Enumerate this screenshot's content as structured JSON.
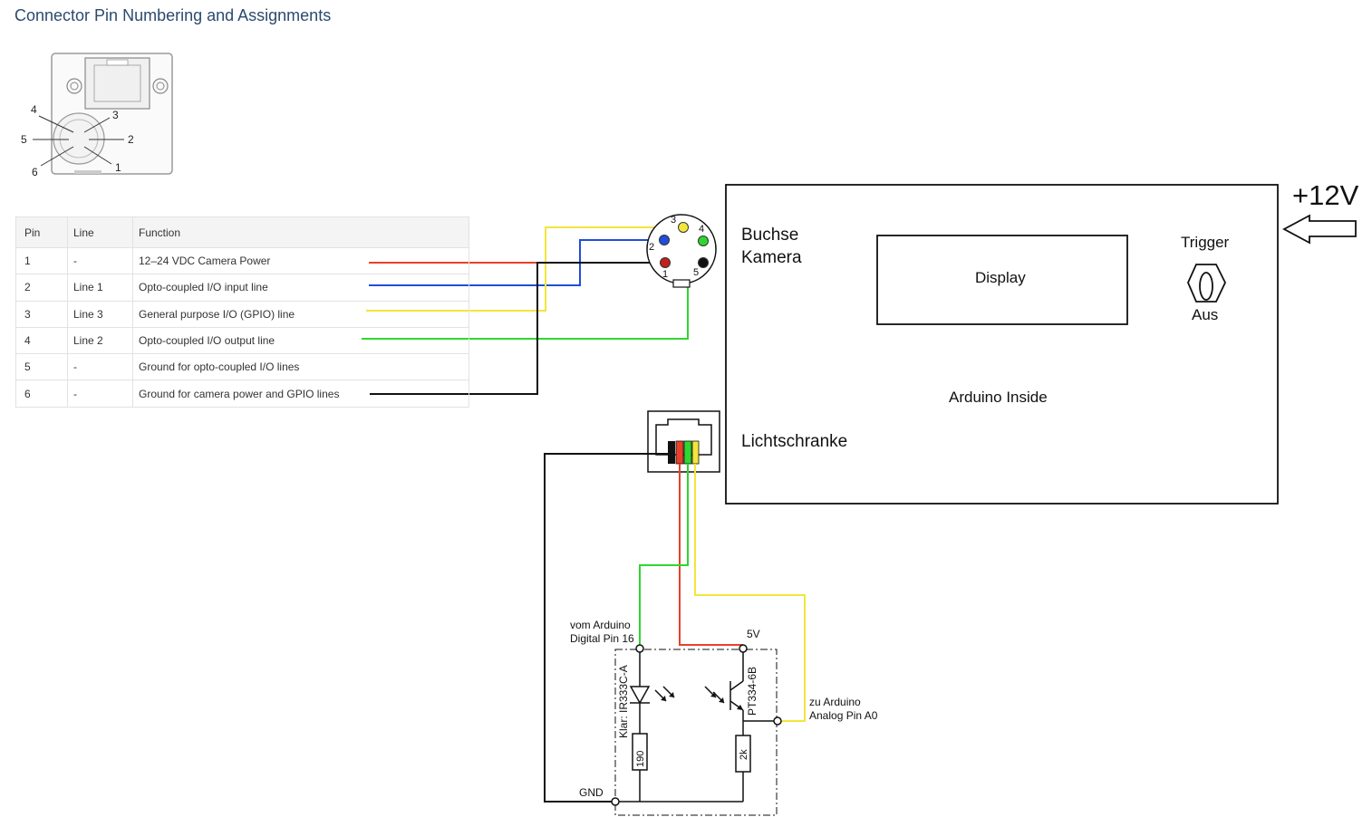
{
  "title": "Connector Pin Numbering and Assignments",
  "connector_pins": [
    "4",
    "3",
    "5",
    "2",
    "6",
    "1"
  ],
  "table": {
    "headers": [
      "Pin",
      "Line",
      "Function"
    ],
    "rows": [
      {
        "pin": "1",
        "line": "-",
        "function": "12–24 VDC Camera Power"
      },
      {
        "pin": "2",
        "line": "Line 1",
        "function": "Opto-coupled I/O input line"
      },
      {
        "pin": "3",
        "line": "Line 3",
        "function": "General purpose I/O (GPIO) line"
      },
      {
        "pin": "4",
        "line": "Line 2",
        "function": "Opto-coupled I/O output line"
      },
      {
        "pin": "5",
        "line": "-",
        "function": "Ground for opto-coupled I/O lines"
      },
      {
        "pin": "6",
        "line": "-",
        "function": "Ground for camera power and GPIO lines"
      }
    ]
  },
  "socket_pins": [
    "3",
    "4",
    "2",
    "1",
    "5"
  ],
  "box": {
    "buchse": "Buchse",
    "kamera": "Kamera",
    "display": "Display",
    "trigger": "Trigger",
    "aus": "Aus",
    "arduino": "Arduino Inside",
    "lichtschranke": "Lichtschranke"
  },
  "power": "+12V",
  "circuit": {
    "vom_arduino": "vom Arduino",
    "digital_pin": "Digital Pin 16",
    "v5": "5V",
    "led": "Klar: IR333C-A",
    "transistor": "PT334-6B",
    "zu_arduino": "zu Arduino",
    "analog_pin": "Analog Pin A0",
    "r1": "190",
    "r2": "2k",
    "gnd": "GND"
  },
  "colors": {
    "red": "#e8402a",
    "blue": "#1f4fd8",
    "yellow": "#f2e63a",
    "green": "#2fd62f",
    "black": "#111111"
  }
}
